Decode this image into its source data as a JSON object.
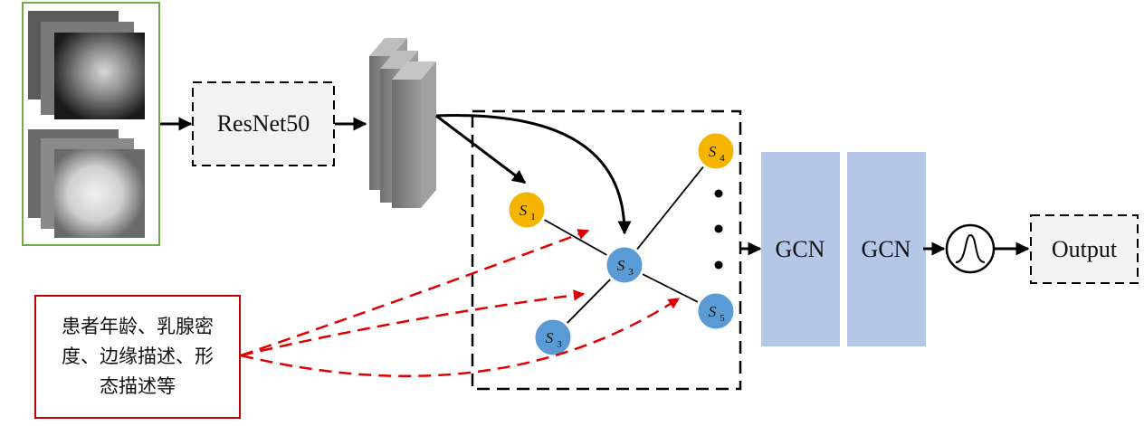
{
  "resnet_label": "ResNet50",
  "gcn_labels": [
    "GCN",
    "GCN"
  ],
  "output_label": "Output",
  "clinical_lines": [
    "患者年龄、乳腺密",
    "度、边缘描述、形",
    "态描述等"
  ],
  "nodes": [
    {
      "id": "s1",
      "letter": "S",
      "sub": "1",
      "color": "#f4b400"
    },
    {
      "id": "s3a",
      "letter": "S",
      "sub": "3",
      "color": "#5b9bd5"
    },
    {
      "id": "s3b",
      "letter": "S",
      "sub": "3",
      "color": "#5b9bd5"
    },
    {
      "id": "s4",
      "letter": "S",
      "sub": "4",
      "color": "#f4b400"
    },
    {
      "id": "s5",
      "letter": "S",
      "sub": "5",
      "color": "#5b9bd5"
    }
  ],
  "colors": {
    "input_border": "#70ad47",
    "clinical_border": "#c00000",
    "gcn_fill": "#b4c7e7",
    "dashed_arrow": "#e00000",
    "node_yellow": "#f4b400",
    "node_blue": "#5b9bd5"
  }
}
